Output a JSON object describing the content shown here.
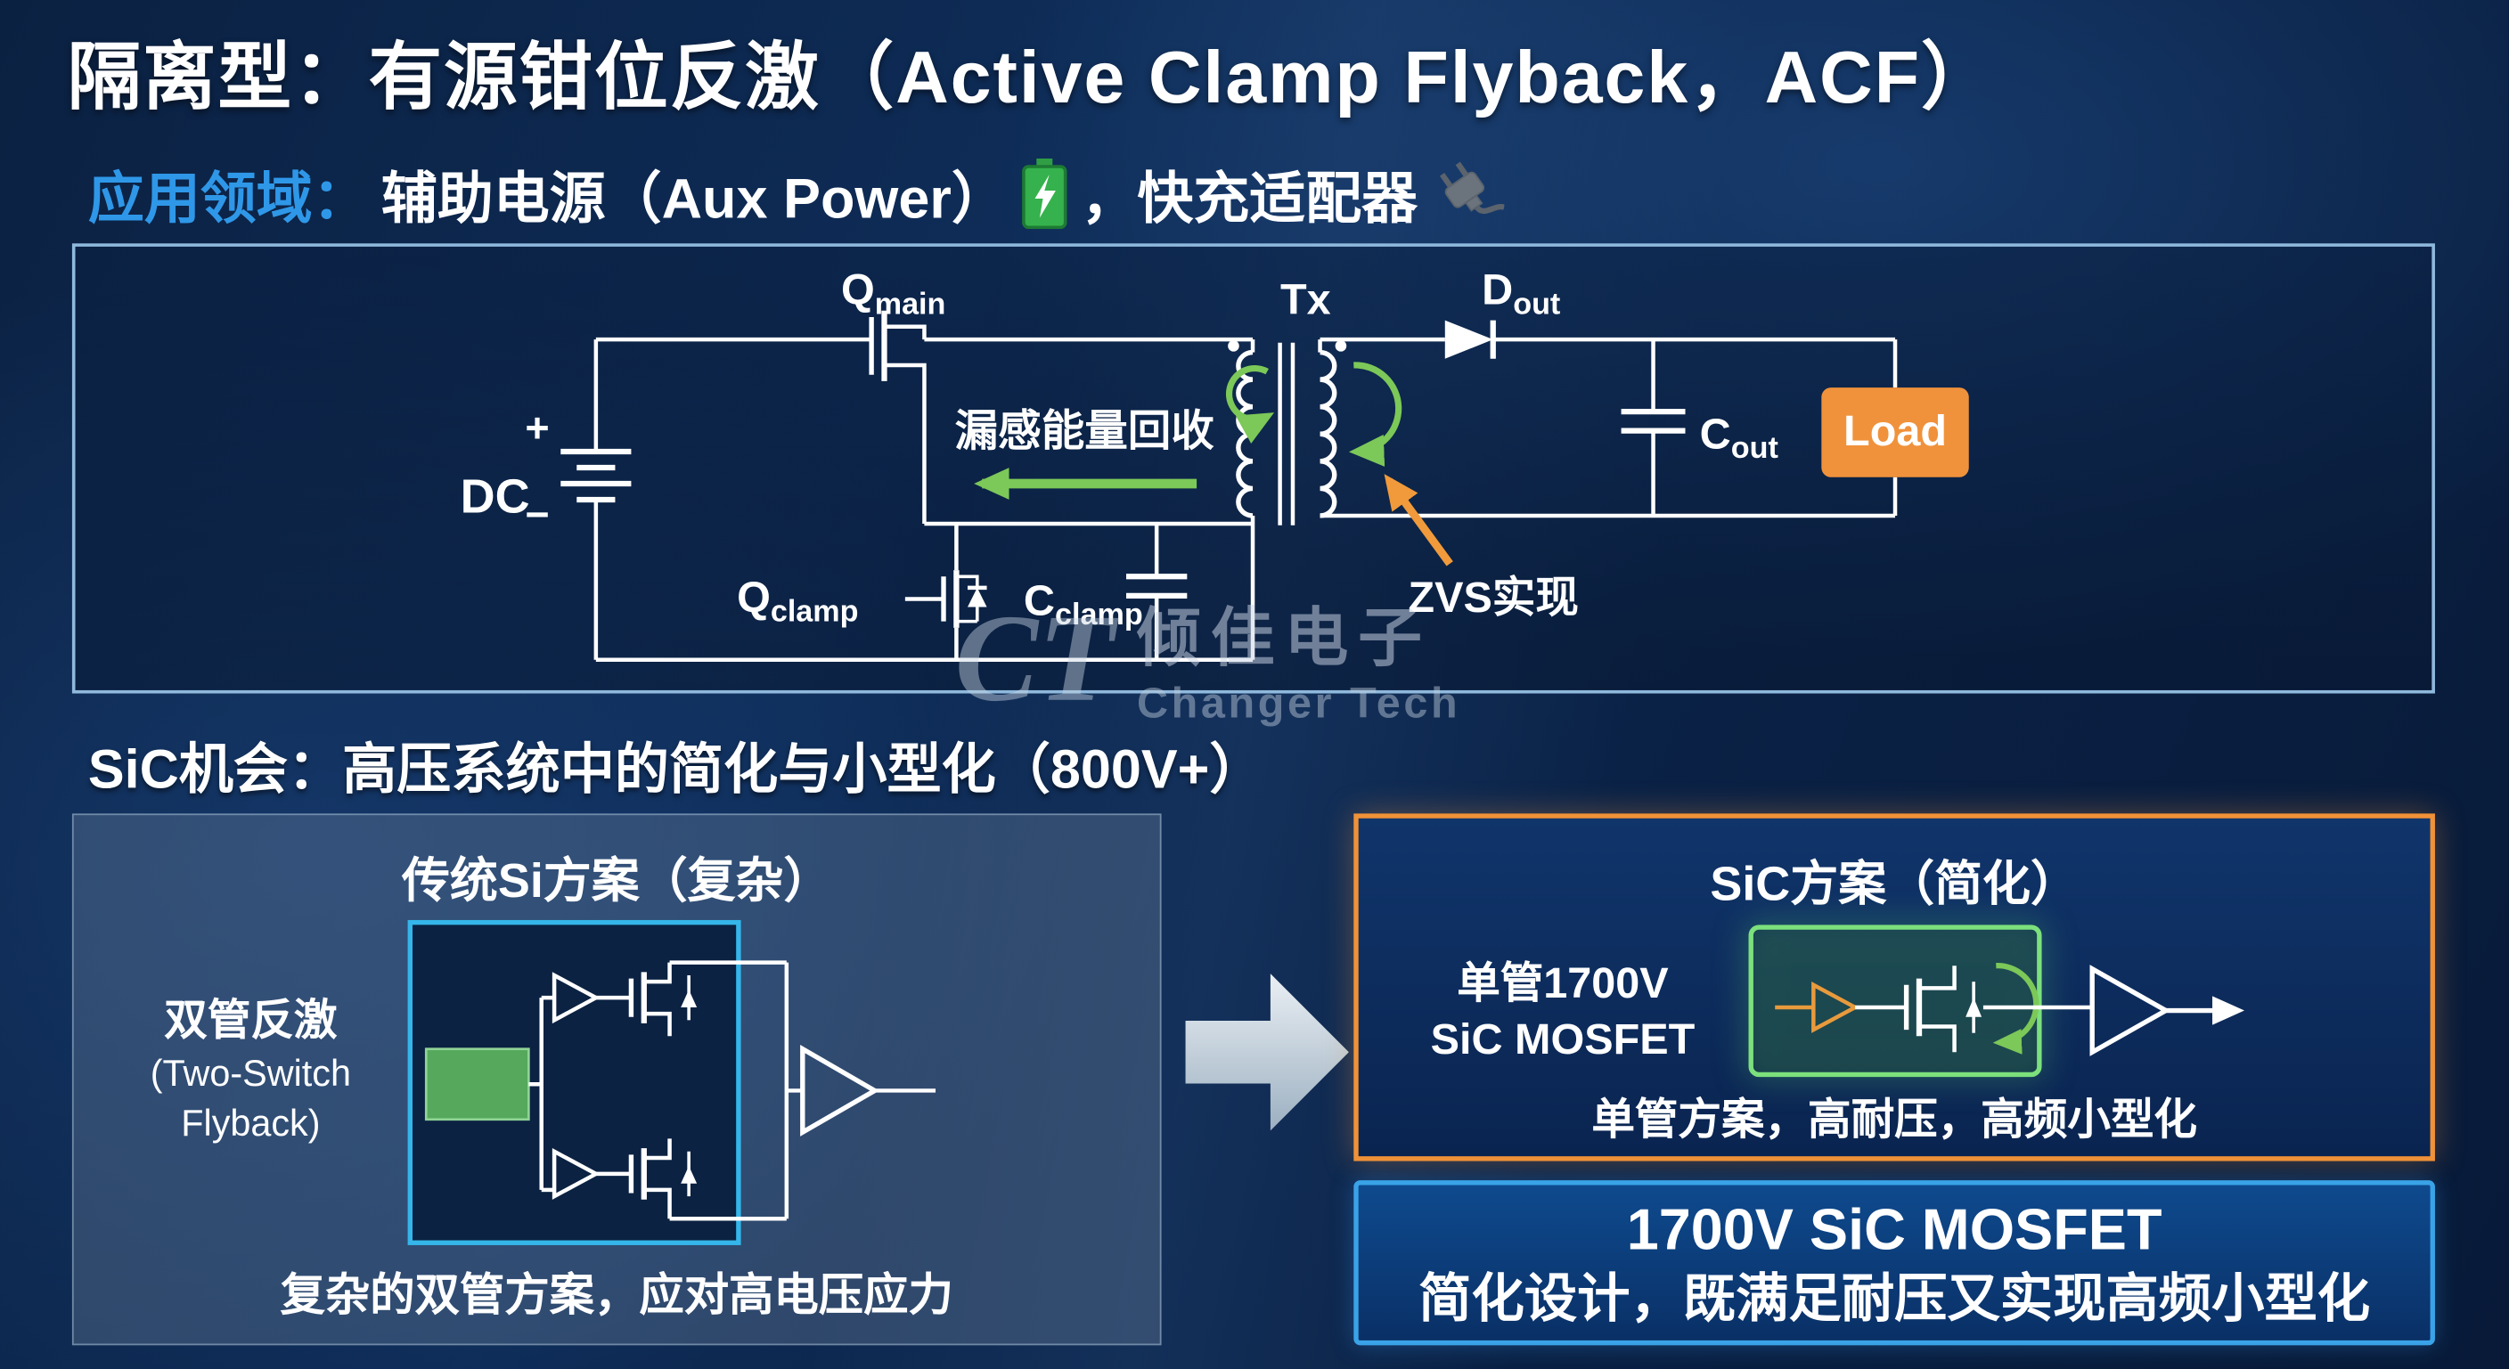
{
  "slide": {
    "title": "隔离型：有源钳位反激（Active Clamp Flyback，ACF）",
    "application": {
      "label": "应用领域：",
      "text1": "辅助电源（Aux Power）",
      "text2": "，快充适配器"
    },
    "sic_heading": "SiC机会：高压系统中的简化与小型化（800V+）"
  },
  "circuit": {
    "dc": "DC",
    "plus": "+",
    "minus": "−",
    "q_main": {
      "base": "Q",
      "sub": "main"
    },
    "q_clamp": {
      "base": "Q",
      "sub": "clamp"
    },
    "c_clamp": {
      "base": "C",
      "sub": "clamp"
    },
    "tx": "Tx",
    "d_out": {
      "base": "D",
      "sub": "out"
    },
    "c_out": {
      "base": "C",
      "sub": "out"
    },
    "load": "Load",
    "leakage_note": "漏感能量回收",
    "zvs_note": "ZVS实现"
  },
  "watermark": {
    "logo": "CT",
    "name_cn": "倾佳电子",
    "name_en": "Changer Tech"
  },
  "si_panel": {
    "title": "传统Si方案（复杂）",
    "label_line1": "双管反激",
    "label_line2": "(Two-Switch",
    "label_line3": "Flyback)",
    "caption": "复杂的双管方案，应对高电压应力"
  },
  "sic_panel": {
    "title": "SiC方案（简化）",
    "device_line1": "单管1700V",
    "device_line2": "SiC MOSFET",
    "caption": "单管方案，高耐压，高频小型化"
  },
  "highlight": {
    "line1": "1700V SiC MOSFET",
    "line2": "简化设计，既满足耐压又实现高频小型化"
  },
  "colors": {
    "accent_blue": "#2f97e8",
    "panel_border_blue": "#8fb9dc",
    "orange": "#f0923c",
    "green": "#7cc858",
    "cyan_border": "#35b6ea",
    "sic_border_orange": "#f09238",
    "highlight_border": "#3aa3e8",
    "battery_green": "#35b24d"
  }
}
